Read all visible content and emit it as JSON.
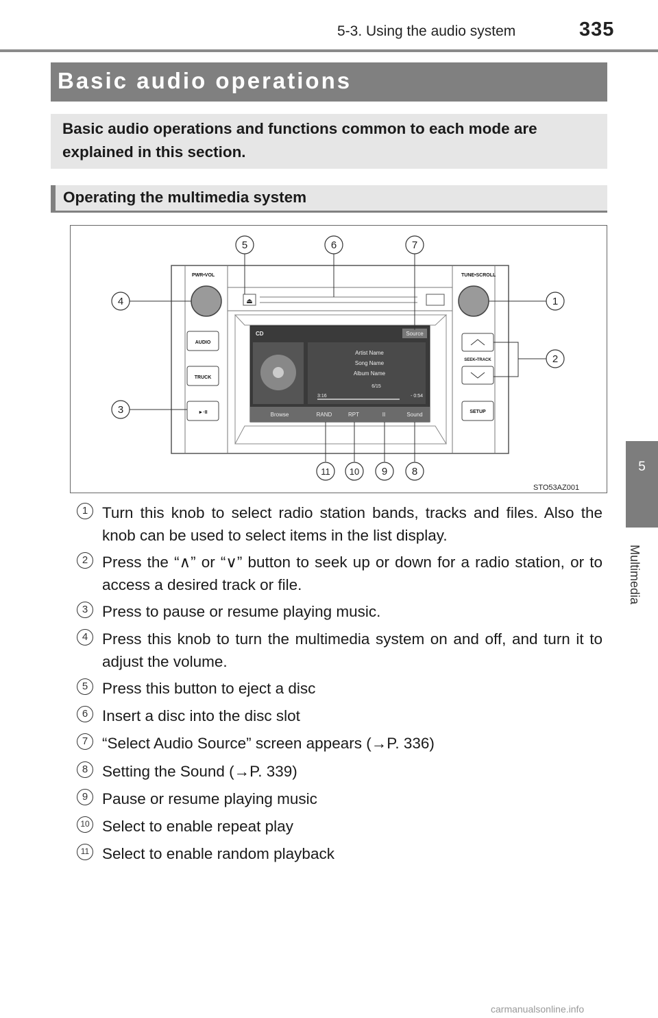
{
  "header": {
    "section": "5-3. Using the audio system",
    "page_number": "335"
  },
  "side_tab": {
    "chapter": "5",
    "label": "Multimedia"
  },
  "title": "Basic audio operations",
  "intro": "Basic audio operations and functions common to each mode are explained in this section.",
  "subheading": "Operating the multimedia system",
  "figure": {
    "id": "STO53AZ001",
    "panel": {
      "left_knob_label": "PWR•VOL",
      "right_knob_label": "TUNE•SCROLL",
      "buttons_left": [
        "AUDIO",
        "TRUCK",
        "►·II"
      ],
      "seek_label": "SEEK•TRACK",
      "setup": "SETUP"
    },
    "screen": {
      "mode": "CD",
      "source_button": "Source",
      "artist": "Artist Name",
      "song": "Song Name",
      "album": "Album Name",
      "track_count": "6/15",
      "elapsed": "3:16",
      "remaining": "- 0:54",
      "bottom_buttons": [
        "Browse",
        "RAND",
        "RPT",
        "II",
        "Sound"
      ]
    },
    "callouts": [
      "1",
      "2",
      "3",
      "4",
      "5",
      "6",
      "7",
      "8",
      "9",
      "10",
      "11"
    ]
  },
  "descriptions": [
    {
      "num": "1",
      "text": "Turn this knob to select radio station bands, tracks and files. Also the knob can be used to select items in the list display."
    },
    {
      "num": "2",
      "text": "Press the “∧” or “∨” button to seek up or down for a radio station, or to access a desired track or file."
    },
    {
      "num": "3",
      "text": "Press to pause or resume playing music."
    },
    {
      "num": "4",
      "text": "Press this knob to turn the multimedia system on and off, and turn it to adjust the volume."
    },
    {
      "num": "5",
      "text": "Press this button to eject a disc"
    },
    {
      "num": "6",
      "text": "Insert a disc into the disc slot"
    },
    {
      "num": "7",
      "text": "“Select Audio Source” screen appears (→P. 336)"
    },
    {
      "num": "8",
      "text": "Setting the Sound (→P. 339)"
    },
    {
      "num": "9",
      "text": "Pause or resume playing music"
    },
    {
      "num": "10",
      "text": "Select to enable repeat play"
    },
    {
      "num": "11",
      "text": "Select to enable random playback"
    }
  ],
  "watermark": "carmanualsonline.info"
}
